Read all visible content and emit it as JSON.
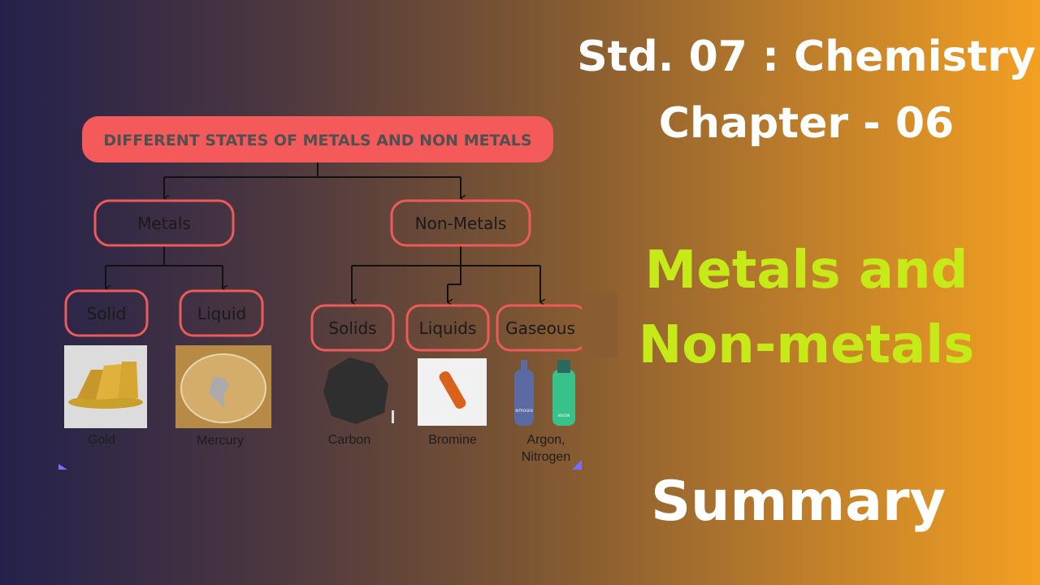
{
  "heading": {
    "line1": "Std. 07 : Chemistry",
    "line2": "Chapter - 06"
  },
  "topic": {
    "line1": "Metals and",
    "line2": "Non-metals"
  },
  "footer": "Summary",
  "diagram": {
    "title": "DIFFERENT STATES OF METALS AND NON METALS",
    "metals": "Metals",
    "non_metals": "Non-Metals",
    "solid": "Solid",
    "liquid": "Liquid",
    "solids": "Solids",
    "liquids": "Liquids",
    "gaseous": "Gaseous",
    "examples": {
      "gold": "Gold",
      "mercury": "Mercury",
      "carbon": "Carbon",
      "bromine": "Bromine",
      "gas_line1": "Argon,",
      "gas_line2": "Nitrogen",
      "nitrogen_tag": "NITROGEN",
      "argon_tag": "ARGON"
    }
  },
  "colors": {
    "accent": "#ee5a5a",
    "lime": "#c6ea17"
  }
}
